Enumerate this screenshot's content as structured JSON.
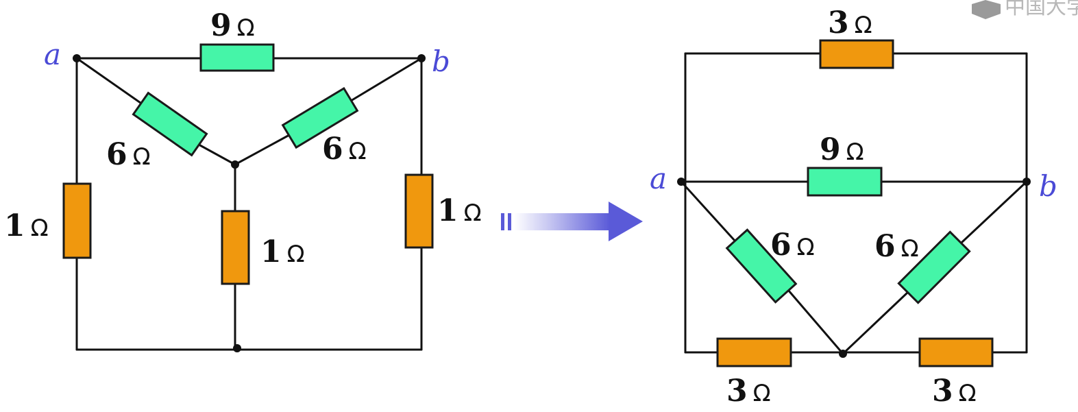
{
  "watermark": {
    "text": "中国大学"
  },
  "left_circuit": {
    "node_a": "a",
    "node_b": "b",
    "resistors": {
      "top": {
        "value": "9",
        "unit": "Ω",
        "kind": "green"
      },
      "diag_left": {
        "value": "6",
        "unit": "Ω",
        "kind": "green"
      },
      "diag_right": {
        "value": "6",
        "unit": "Ω",
        "kind": "green"
      },
      "left": {
        "value": "1",
        "unit": "Ω",
        "kind": "orange"
      },
      "center": {
        "value": "1",
        "unit": "Ω",
        "kind": "orange"
      },
      "right": {
        "value": "1",
        "unit": "Ω",
        "kind": "orange"
      }
    }
  },
  "right_circuit": {
    "node_a": "a",
    "node_b": "b",
    "resistors": {
      "top": {
        "value": "3",
        "unit": "Ω",
        "kind": "orange"
      },
      "middle": {
        "value": "9",
        "unit": "Ω",
        "kind": "green"
      },
      "diag_left": {
        "value": "6",
        "unit": "Ω",
        "kind": "green"
      },
      "diag_right": {
        "value": "6",
        "unit": "Ω",
        "kind": "green"
      },
      "bottom_left": {
        "value": "3",
        "unit": "Ω",
        "kind": "orange"
      },
      "bottom_right": {
        "value": "3",
        "unit": "Ω",
        "kind": "orange"
      }
    }
  },
  "colors": {
    "green_resistor": "#45f5a8",
    "orange_resistor": "#f0980e",
    "node_label": "#4a4ad6",
    "arrow": "#5a5ad8"
  }
}
